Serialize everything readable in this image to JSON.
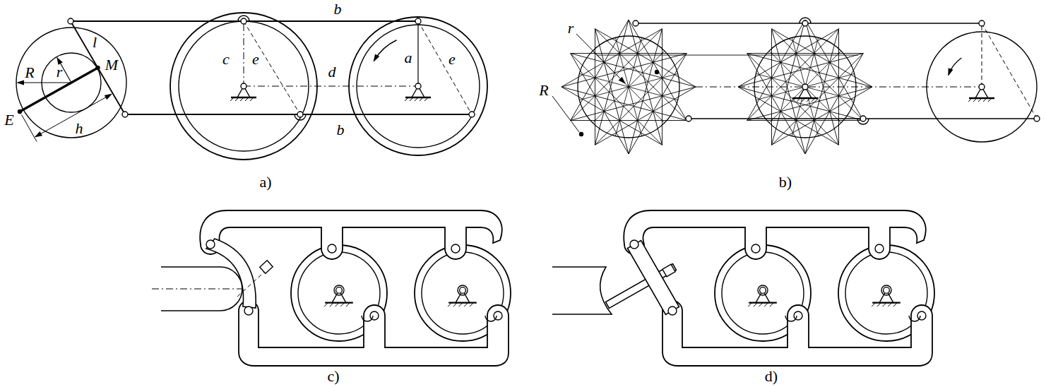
{
  "diagram": {
    "labels": [
      "b",
      "l",
      "M",
      "R",
      "r",
      "c",
      "e",
      "d",
      "a",
      "e",
      "E",
      "h",
      "b",
      "a)",
      "r",
      "R",
      "b)",
      "c)",
      "d)"
    ]
  }
}
